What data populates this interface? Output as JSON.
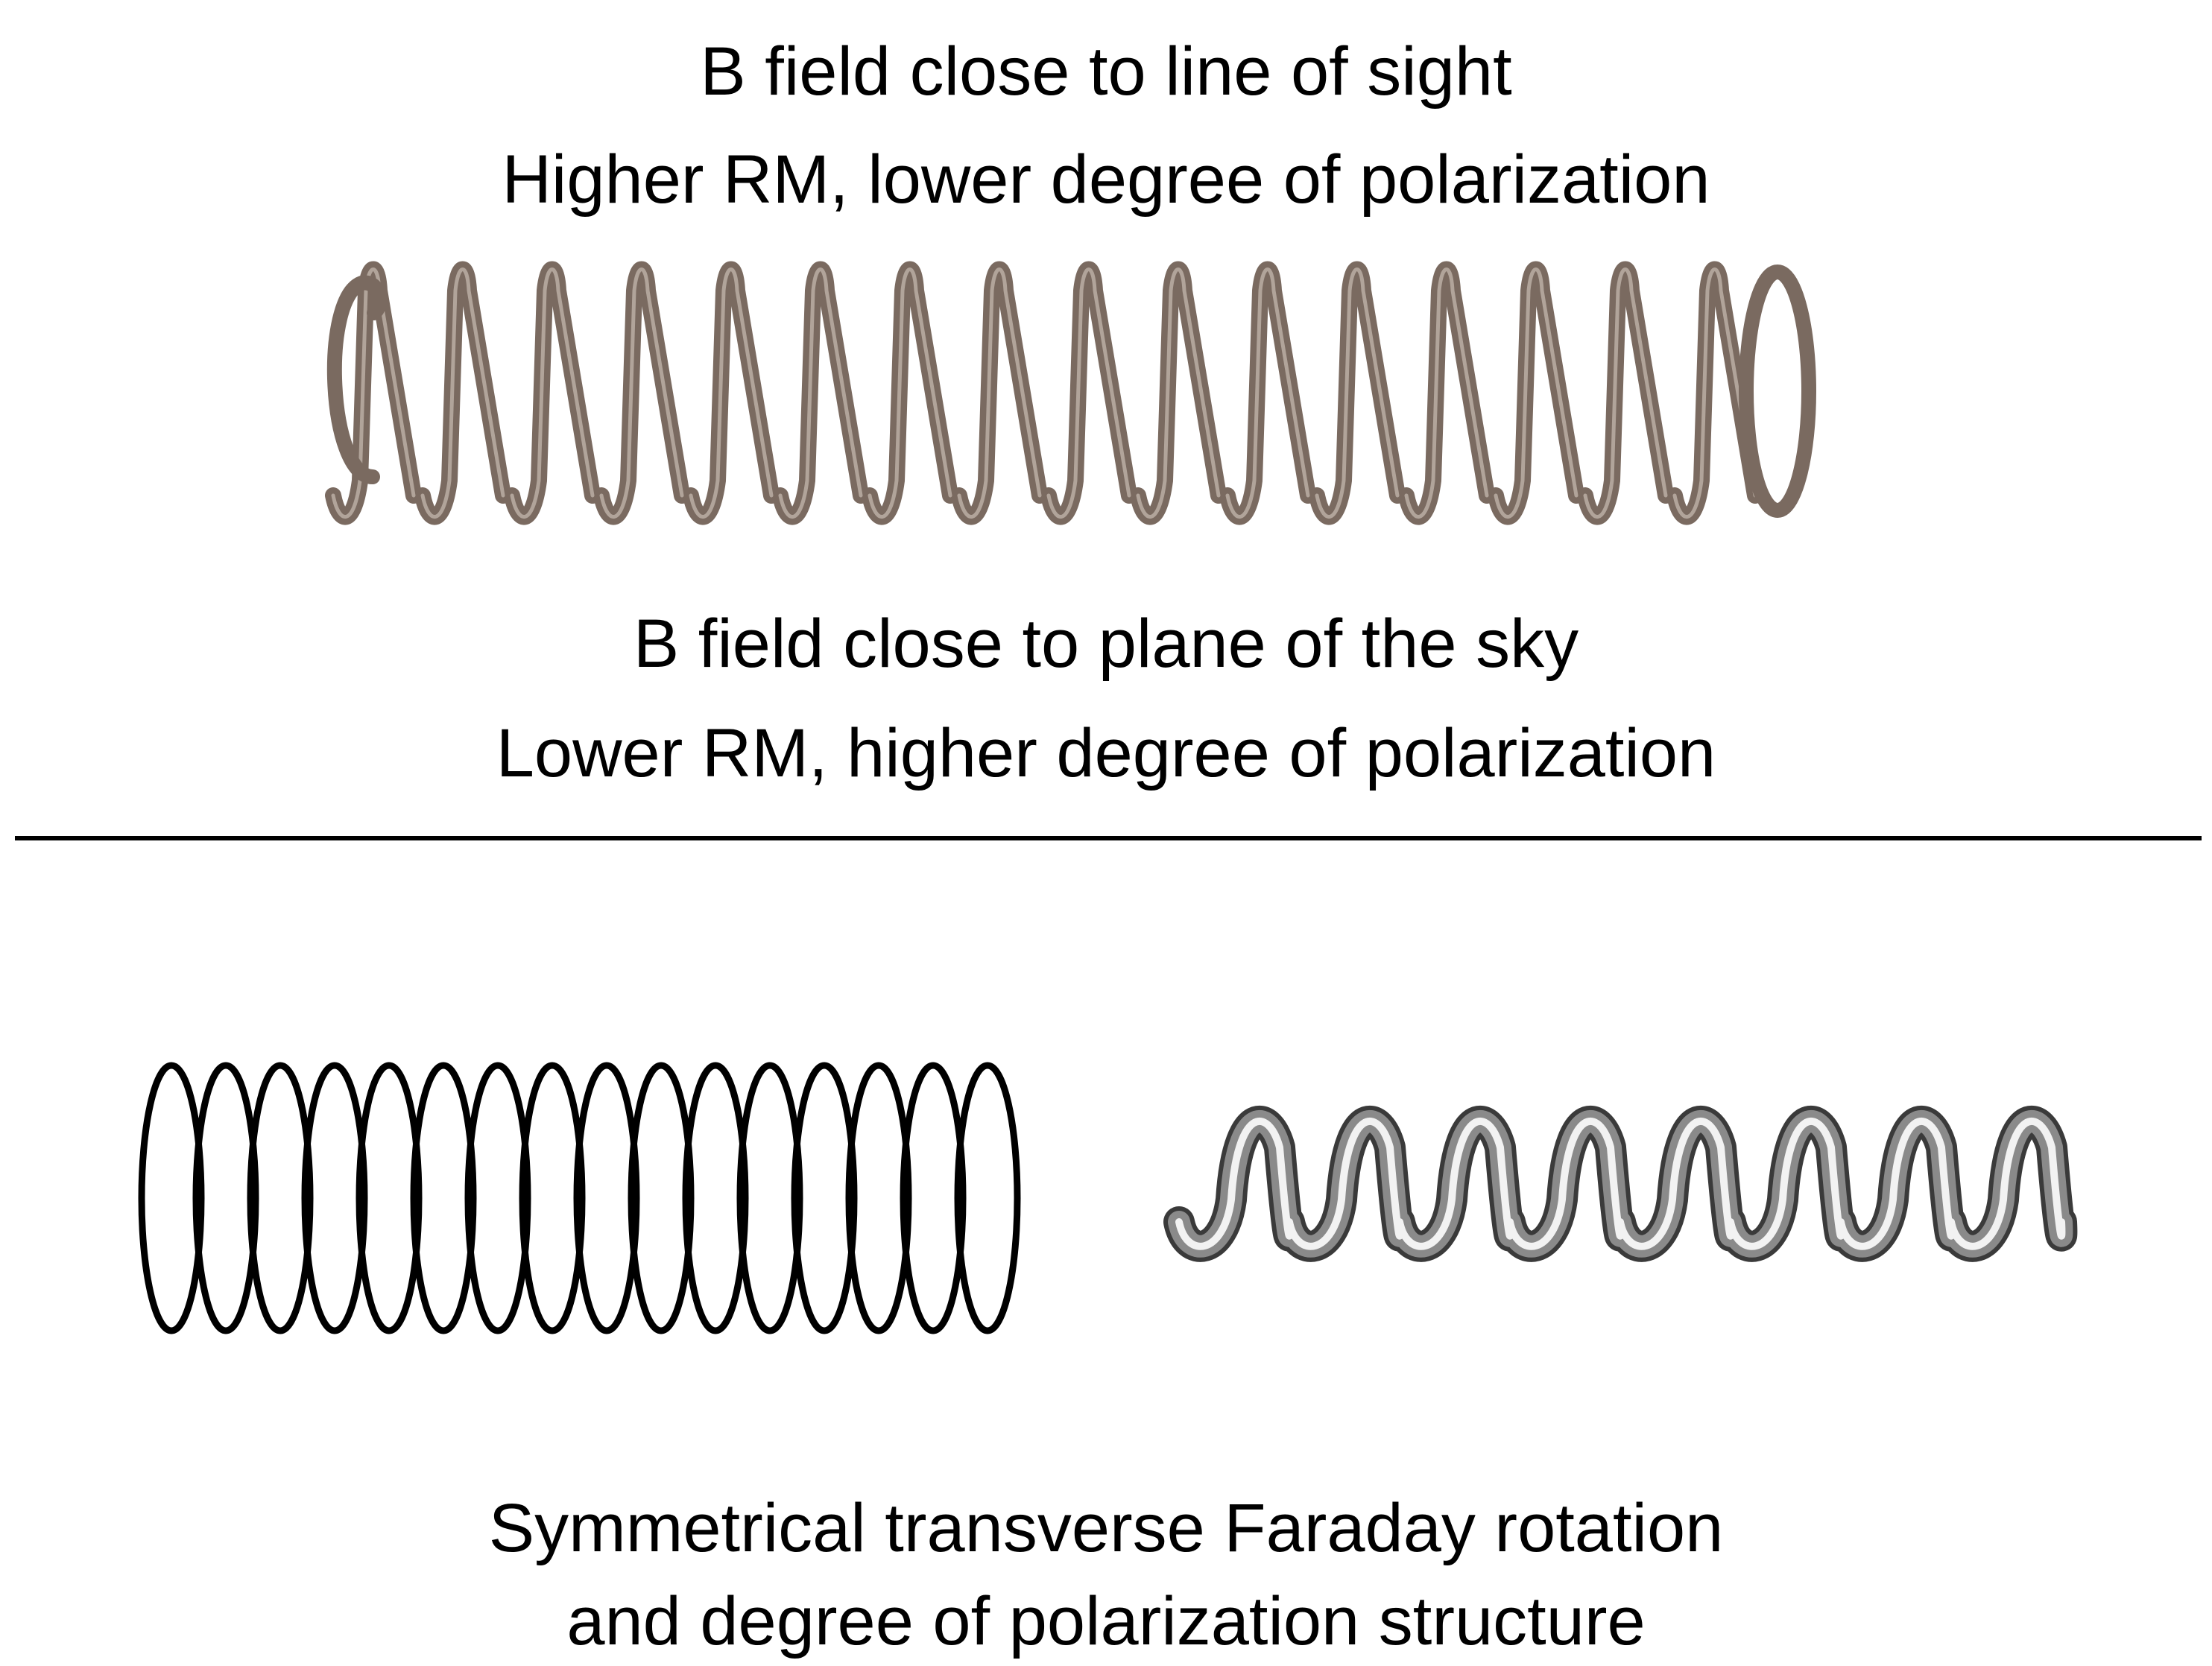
{
  "top_panel": {
    "caption_line1": "B field close to line of sight",
    "caption_line2": "Higher RM, lower degree of polarization",
    "spring_color": "#7a6a60",
    "spring_highlight": "#c9bdb4"
  },
  "middle_panel": {
    "caption_line1": "B field close to plane of the sky",
    "caption_line2": "Lower RM, higher degree of polarization"
  },
  "bottom_panel": {
    "caption_line1": "Symmetrical transverse Faraday rotation",
    "caption_line2": "and degree of polarization structure",
    "outline_coil_color": "#000000",
    "chrome_coil_color": "#8a8a8a",
    "chrome_coil_highlight": "#f2f2f2"
  }
}
